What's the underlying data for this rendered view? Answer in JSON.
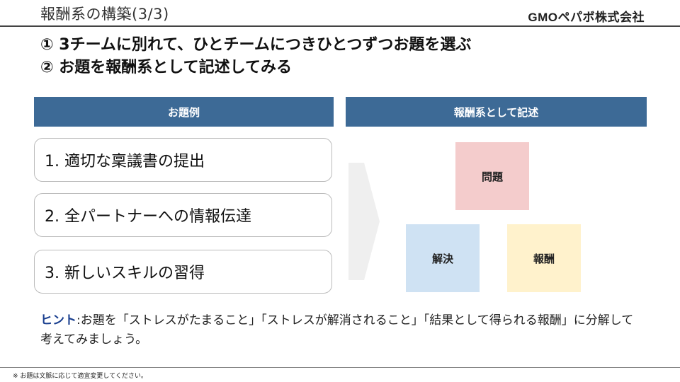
{
  "header": {
    "title": "報酬系の構築(3/3)",
    "logo": "GMOペパボ株式会社"
  },
  "headline": {
    "line1": "① 3チームに別れて、ひとチームにつきひとつずつお題を選ぶ",
    "line2": "② お題を報酬系として記述してみる"
  },
  "panels": {
    "left_title": "お題例",
    "right_title": "報酬系として記述"
  },
  "examples": [
    "1. 適切な稟議書の提出",
    "2. 全パートナーへの情報伝達",
    "3. 新しいスキルの習得"
  ],
  "notes": {
    "problem": "問題",
    "solution": "解決",
    "reward": "報酬"
  },
  "hint": {
    "label": "ヒント",
    "text": ":お題を「ストレスがたまること」「ストレスが解消されること」「結果として得られる報酬」に分解して考えてみましょう。"
  },
  "footnote": "※ お題は文脈に応じて適宜変更してください。",
  "colors": {
    "panel_header": "#3d6a96",
    "note_problem": "#f4cccc",
    "note_solution": "#cfe2f3",
    "note_reward": "#fff2cc"
  }
}
